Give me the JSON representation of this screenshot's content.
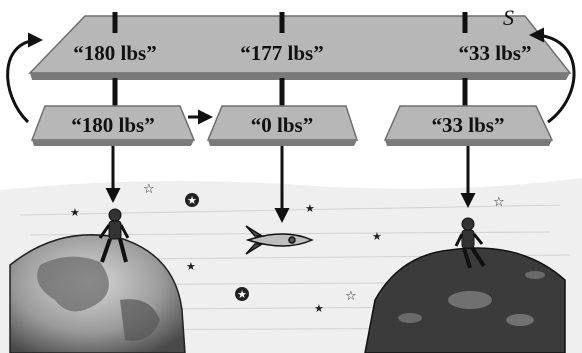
{
  "frame_label": "S",
  "top_plate": {
    "labels": [
      "“180 lbs”",
      "“177 lbs”",
      "“33 lbs”"
    ]
  },
  "small_plates": {
    "labels": [
      "“180 lbs”",
      "“0 lbs”",
      "“33 lbs”"
    ]
  },
  "colors": {
    "plate_face": "#b7b7b7",
    "plate_edge": "#6f6f6f",
    "ink": "#111111",
    "space": "#ececec"
  }
}
